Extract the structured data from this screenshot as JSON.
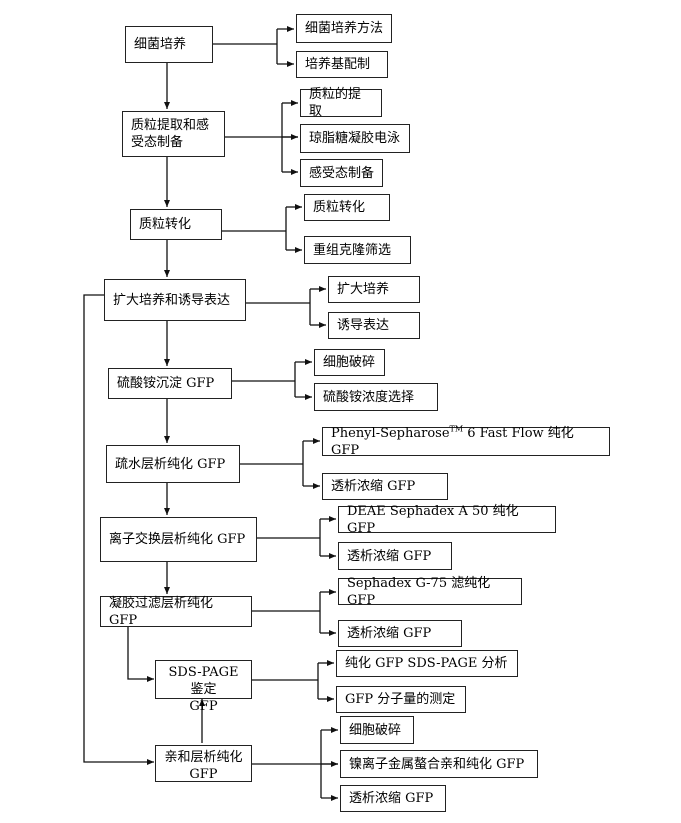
{
  "steps": {
    "s1": {
      "label": "细菌培养"
    },
    "s2": {
      "label": "质粒提取和感\n受态制备"
    },
    "s3": {
      "label": "质粒转化"
    },
    "s4": {
      "label": "扩大培养和诱导表达"
    },
    "s5": {
      "label": "硫酸铵沉淀 GFP"
    },
    "s6": {
      "label": "疏水层析纯化 GFP"
    },
    "s7": {
      "label": "离子交换层析纯化 GFP"
    },
    "s8": {
      "label": "凝胶过滤层析纯化 GFP"
    },
    "s9": {
      "label": "SDS-PAGE 鉴定\nGFP"
    },
    "s10": {
      "label": "亲和层析纯化\nGFP"
    }
  },
  "substeps": {
    "a1": "细菌培养方法",
    "a2": "培养基配制",
    "b1": "质粒的提取",
    "b2": "琼脂糖凝胶电泳",
    "b3": "感受态制备",
    "c1": "质粒转化",
    "c2": "重组克隆筛选",
    "d1": "扩大培养",
    "d2": "诱导表达",
    "e1": "细胞破碎",
    "e2": "硫酸铵浓度选择",
    "f1_pre": "Phenyl-Sepharose",
    "f1_tm": "TM",
    "f1_post": " 6 Fast Flow 纯化 GFP",
    "f2": "透析浓缩 GFP",
    "g1": "DEAE Sephadex A 50 纯化 GFP",
    "g2": "透析浓缩 GFP",
    "h1": "Sephadex G-75 滤纯化 GFP",
    "h2": "透析浓缩 GFP",
    "i1": "纯化 GFP  SDS-PAGE 分析",
    "i2": "GFP 分子量的测定",
    "j1": "细胞破碎",
    "j2": "镍离子金属螯合亲和纯化 GFP",
    "j3": "透析浓缩 GFP"
  }
}
